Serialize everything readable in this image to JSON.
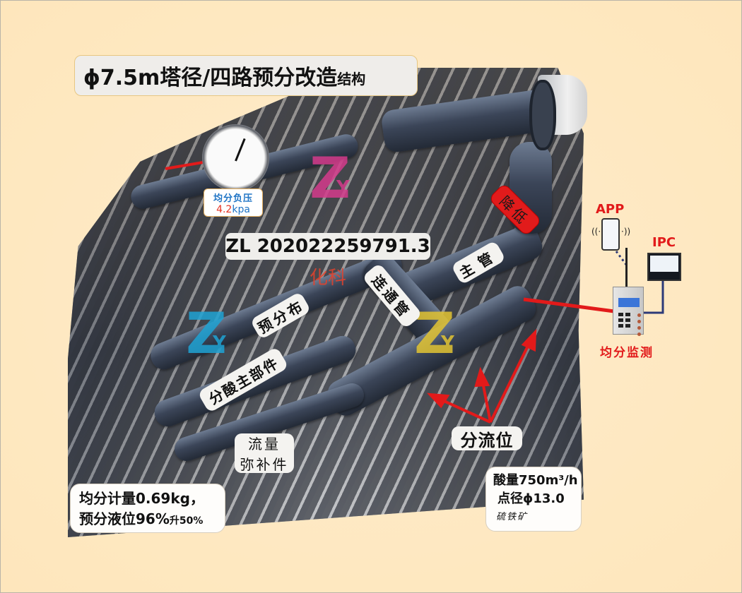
{
  "title": {
    "main": "ϕ7.5m塔径/四路预分改造",
    "suffix": "结构"
  },
  "gauge": {
    "label": "均分负压",
    "value_number": "4.2",
    "value_unit": "kpa"
  },
  "patent_number": "ZL 202022259791.3",
  "watermark": {
    "text": "化科",
    "logo_letters": {
      "z": "Z",
      "y": "Y"
    },
    "logo_colors": [
      "#d53b8c",
      "#1fa3d4",
      "#e2c433"
    ]
  },
  "component_labels": {
    "main_pipe": "主管",
    "connecting_pipe": "连通管",
    "pre_distribution": "预分布",
    "acid_main_part": "分酸主部件",
    "flow_compensation_line1": "流量",
    "flow_compensation_line2": "弥补件",
    "reduce": "降低",
    "split_position": "分流位"
  },
  "monitoring": {
    "app_label": "APP",
    "ipc_label": "IPC",
    "device_label": "均分监测"
  },
  "stats_left": {
    "line1": "均分计量0.69kg，",
    "line2_main": "预分液位96%",
    "line2_small": "升50%"
  },
  "stats_right": {
    "line1": "酸量750m³/h",
    "line2": "点径ϕ13.0",
    "line3": "硫铁矿"
  },
  "colors": {
    "background": "#fee8c0",
    "accent_red": "#e21a1a",
    "gauge_blue": "#1f74c5"
  }
}
